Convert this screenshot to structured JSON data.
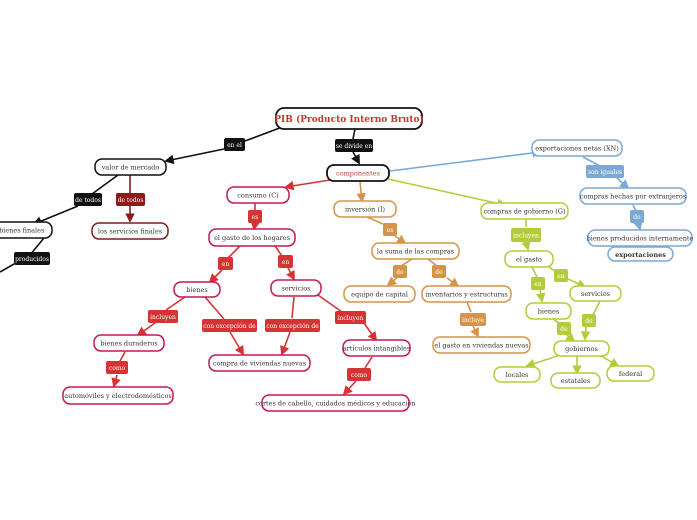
{
  "colors": {
    "black": "#111111",
    "maroon": "#8b1a1a",
    "dark_red": "#7a1f1f",
    "red": "#d63434",
    "magenta": "#c2185b",
    "orange": "#d4954a",
    "lime": "#b5cc3a",
    "blue": "#7ba9d4"
  },
  "nodes": {
    "pib": "PIB (Producto Interno Bruto)",
    "valor_mercado": "valor de mercado",
    "bienes_finales": "los bienes finales",
    "servicios_finales": "los servicios finales",
    "componentes": "componentes",
    "consumo": "consumo (C)",
    "gasto_hogares": "el gasto de los hogares",
    "bienes": "bienes",
    "servicios": "servicios",
    "bienes_duraderos": "bienes duraderos",
    "automoviles": "automóviles y electrodomésticos",
    "compra_viviendas": "compra de viviendas nuevas",
    "articulos_intangibles": "artículos intangibles",
    "cortes_cabello": "cortes de cabello, cuidados médicos y educación",
    "inversion": "inversión (I)",
    "suma_compras": "la suma de las compras",
    "equipo_capital": "equipo de capital",
    "inventarios": "inventarios y estructuras",
    "gasto_viviendas": "el gasto en viviendas nuevas",
    "compras_gobierno": "compras de gobierno (G)",
    "el_gasto": "el gasto",
    "g_bienes": "bienes",
    "g_servicios": "servicios",
    "gobiernos": "gobiernos",
    "locales": "locales",
    "estatales": "estatales",
    "federal": "federal",
    "exportaciones_netas": "exportaciones netas (XN)",
    "compras_extranjeros": "compras hechas por extranjeros",
    "bienes_internamente": "bienes producidos internamente",
    "exportaciones": "exportaciones"
  },
  "labels": {
    "en_el": "en el",
    "se_divide_en": "se divide en",
    "de_todos_1": "de todos",
    "de_todos_2": "de todos",
    "producidos": "producidos",
    "es_consumo": "es",
    "en_bienes": "en",
    "en_servicios": "en",
    "incluyen_bienes": "incluyen",
    "con_excepcion_1": "con excepción de",
    "con_excepcion_2": "con excepción de",
    "incluyen_servicios": "incluyen",
    "como_1": "como",
    "como_2": "como",
    "es_inversion": "es",
    "de_1": "de",
    "de_2": "de",
    "incluye_inv": "incluye",
    "incluyen_gob": "incluyen",
    "en_gasto_1": "en",
    "en_gasto_2": "en",
    "de_gob_1": "de",
    "de_gob_2": "de",
    "son_iguales": "son iguales",
    "de_export": "de"
  }
}
